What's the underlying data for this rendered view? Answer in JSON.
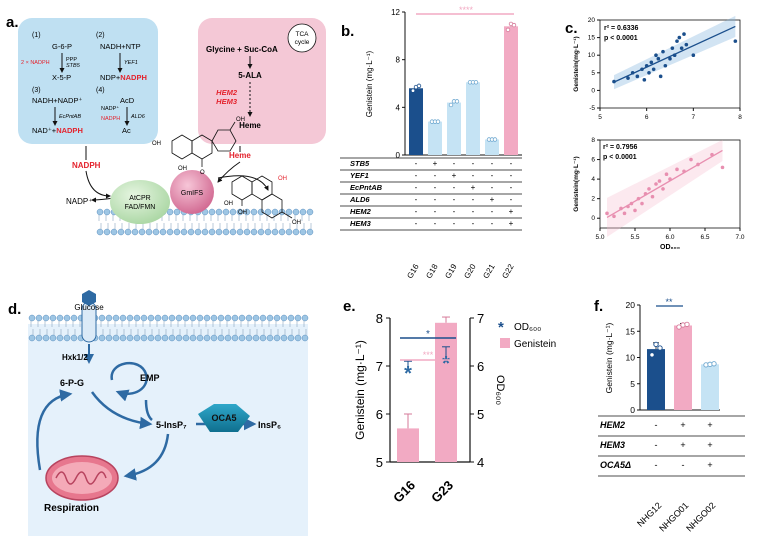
{
  "colors": {
    "dark_blue": "#1b4f8c",
    "mid_blue": "#2e6aa3",
    "light_blue": "#c5e3f4",
    "pink": "#f2aac3",
    "pink_bg": "#f4c8d6",
    "panel_blue_bg": "#bfe0f2",
    "red": "#e4232d",
    "green_circle": "#d9f0d3",
    "membrane_blue": "#9ec6e4"
  },
  "panel_a": {
    "letter": "a.",
    "r1": "(1)",
    "r1_top": "G-6-P",
    "r1_enz1": "PPP",
    "r1_enz2": "STB5",
    "r1_side": "2 × NADPH",
    "r1_bot": "X-5-P",
    "r2": "(2)",
    "r2_top": "NADH+NTP",
    "r2_enz": "YEF1",
    "r2_bot_a": "NDP+",
    "r2_bot_b": "NADPH",
    "r3": "(3)",
    "r3_top": "NADH+NADP⁺",
    "r3_enz": "EcPntAB",
    "r3_bot_a": "NAD⁺+",
    "r3_bot_b": "NADPH",
    "r4": "(4)",
    "r4_top": "AcD",
    "r4_side1": "NADP⁺",
    "r4_enz": "ALD6",
    "r4_side2": "NADPH",
    "r4_bot": "Ac",
    "tca_in": "Glycine + Suc-CoA",
    "tca_1": "TCA",
    "tca_2": "cycle",
    "ala": "5-ALA",
    "hem2": "HEM2",
    "hem3": "HEM3",
    "heme_box": "Heme",
    "nadph": "NADPH",
    "heme": "Heme",
    "nadp_out": "NADP⁺",
    "cpr1": "AtCPR",
    "cpr2": "FAD/FMN",
    "ifs": "GmIFS",
    "oh": "OH",
    "o": "O"
  },
  "panel_b": {
    "letter": "b.",
    "sig": "****",
    "rows": [
      {
        "label": "STB5",
        "vals": [
          "-",
          "+",
          "-",
          "-",
          "-",
          "-"
        ]
      },
      {
        "label": "YEF1",
        "vals": [
          "-",
          "-",
          "+",
          "-",
          "-",
          "-"
        ]
      },
      {
        "label": "EcPntAB",
        "vals": [
          "-",
          "-",
          "-",
          "+",
          "-",
          "-"
        ]
      },
      {
        "label": "ALD6",
        "vals": [
          "-",
          "-",
          "-",
          "-",
          "+",
          "-"
        ]
      },
      {
        "label": "HEM2",
        "vals": [
          "-",
          "-",
          "-",
          "-",
          "-",
          "+"
        ]
      },
      {
        "label": "HEM3",
        "vals": [
          "-",
          "-",
          "-",
          "-",
          "-",
          "+"
        ]
      }
    ]
  },
  "panel_c": {
    "letter": "c.",
    "top_r2": "r² = 0.6336",
    "top_p": "p < 0.0001",
    "bot_r2": "r² = 0.7956",
    "bot_p": "p < 0.0001"
  },
  "panel_d": {
    "letter": "d.",
    "glucose": "Glucose",
    "hxk": "Hxk1/2",
    "g6p": "6-P-G",
    "emp": "EMP",
    "insp7": "5-InsP₇",
    "oca5": "OCA5",
    "insp6": "InsP₆",
    "resp": "Respiration"
  },
  "panel_e": {
    "letter": "e.",
    "sig1": "*",
    "sig2": "***",
    "legend_od": "OD₆₀₀",
    "legend_gen": "Genistein",
    "legend_star": "*"
  },
  "panel_f": {
    "letter": "f.",
    "sig": "**",
    "rows": [
      {
        "label": "HEM2",
        "vals": [
          "-",
          "+",
          "+"
        ]
      },
      {
        "label": "HEM3",
        "vals": [
          "-",
          "+",
          "+"
        ]
      },
      {
        "label": "OCA5Δ",
        "vals": [
          "-",
          "-",
          "+"
        ]
      }
    ]
  },
  "chart_data": [
    {
      "id": "b",
      "type": "bar",
      "categories": [
        "G16",
        "G18",
        "G19",
        "G20",
        "G21",
        "G22"
      ],
      "values": [
        5.6,
        2.8,
        4.4,
        6.1,
        1.3,
        10.8
      ],
      "points": [
        [
          5.4,
          5.7,
          5.8
        ],
        [
          2.8,
          2.8,
          2.8
        ],
        [
          4.2,
          4.5,
          4.5
        ],
        [
          6.1,
          6.1,
          6.1
        ],
        [
          1.3,
          1.3,
          1.3
        ],
        [
          10.5,
          11.0,
          10.9
        ]
      ],
      "errors": [
        0.2,
        0,
        0.2,
        0,
        0,
        0.3
      ],
      "ylabel": "Genistein  (mg·L⁻¹)",
      "ylim": [
        0,
        12
      ],
      "yticks": [
        0,
        4,
        8,
        12
      ],
      "colors": [
        "#1b4f8c",
        "#c5e3f4",
        "#c5e3f4",
        "#c5e3f4",
        "#c5e3f4",
        "#f2aac3"
      ]
    },
    {
      "id": "c1",
      "type": "scatter",
      "ylabel": "Genistein(mg·L⁻¹)",
      "xlabel": "",
      "xlim": [
        5,
        8
      ],
      "ylim": [
        -5,
        20
      ],
      "xticks": [
        5,
        6,
        7,
        8
      ],
      "yticks": [
        -5,
        0,
        5,
        10,
        15,
        20
      ],
      "x": [
        5.3,
        5.6,
        5.7,
        5.8,
        5.9,
        5.95,
        6.0,
        6.05,
        6.1,
        6.15,
        6.2,
        6.25,
        6.3,
        6.35,
        6.4,
        6.5,
        6.55,
        6.6,
        6.65,
        6.7,
        6.75,
        6.8,
        6.85,
        7.0,
        7.9
      ],
      "y": [
        2.5,
        3.5,
        5,
        4,
        6,
        3,
        7,
        5,
        8,
        6,
        10,
        9,
        4,
        11,
        7,
        9,
        12,
        10,
        14,
        15,
        12,
        16,
        13,
        10,
        14
      ]
    },
    {
      "id": "c2",
      "type": "scatter",
      "ylabel": "Genistein(mg·L⁻¹)",
      "xlabel": "OD₆₀₀",
      "xlim": [
        5,
        7
      ],
      "ylim": [
        -1,
        8
      ],
      "xticks": [
        5.0,
        5.5,
        6.0,
        6.5,
        7.0
      ],
      "yticks": [
        0,
        2,
        4,
        6,
        8
      ],
      "x": [
        5.1,
        5.2,
        5.3,
        5.35,
        5.4,
        5.45,
        5.5,
        5.55,
        5.6,
        5.65,
        5.7,
        5.75,
        5.8,
        5.85,
        5.9,
        5.95,
        6.0,
        6.1,
        6.2,
        6.3,
        6.4,
        6.6,
        6.75
      ],
      "y": [
        0.5,
        0.2,
        1.0,
        0.5,
        1.2,
        1.5,
        0.8,
        2.0,
        1.5,
        2.5,
        3.0,
        2.2,
        3.5,
        3.8,
        3.0,
        4.5,
        4.0,
        5.0,
        4.8,
        6.0,
        5.5,
        6.5,
        5.2
      ]
    },
    {
      "id": "e",
      "type": "bar",
      "categories": [
        "G16",
        "G23"
      ],
      "values": [
        5.7,
        7.9
      ],
      "errors": [
        0.3,
        0.12
      ],
      "od_values": [
        5.9,
        6.1
      ],
      "od_errors": [
        0.2,
        0.3
      ],
      "ylabel": "Genistein  (mg·L⁻¹)",
      "ylim": [
        5,
        8
      ],
      "yticks": [
        5,
        6,
        7,
        8
      ],
      "y2label": "OD₆₀₀",
      "y2lim": [
        4,
        7
      ],
      "y2ticks": [
        4,
        5,
        6,
        7
      ]
    },
    {
      "id": "f",
      "type": "bar",
      "categories": [
        "NHG12",
        "NHGO01",
        "NHGO02"
      ],
      "values": [
        11.6,
        16.1,
        8.7
      ],
      "errors": [
        1.2,
        0.4,
        0.2
      ],
      "points": [
        [
          10.5,
          12.5,
          11.8
        ],
        [
          15.8,
          16.2,
          16.3
        ],
        [
          8.6,
          8.7,
          8.8
        ]
      ],
      "ylabel": "Genistein  (mg·L⁻¹)",
      "ylim": [
        0,
        20
      ],
      "yticks": [
        0,
        5,
        10,
        15,
        20
      ],
      "colors": [
        "#1b4f8c",
        "#f2aac3",
        "#c5e3f4"
      ]
    }
  ]
}
